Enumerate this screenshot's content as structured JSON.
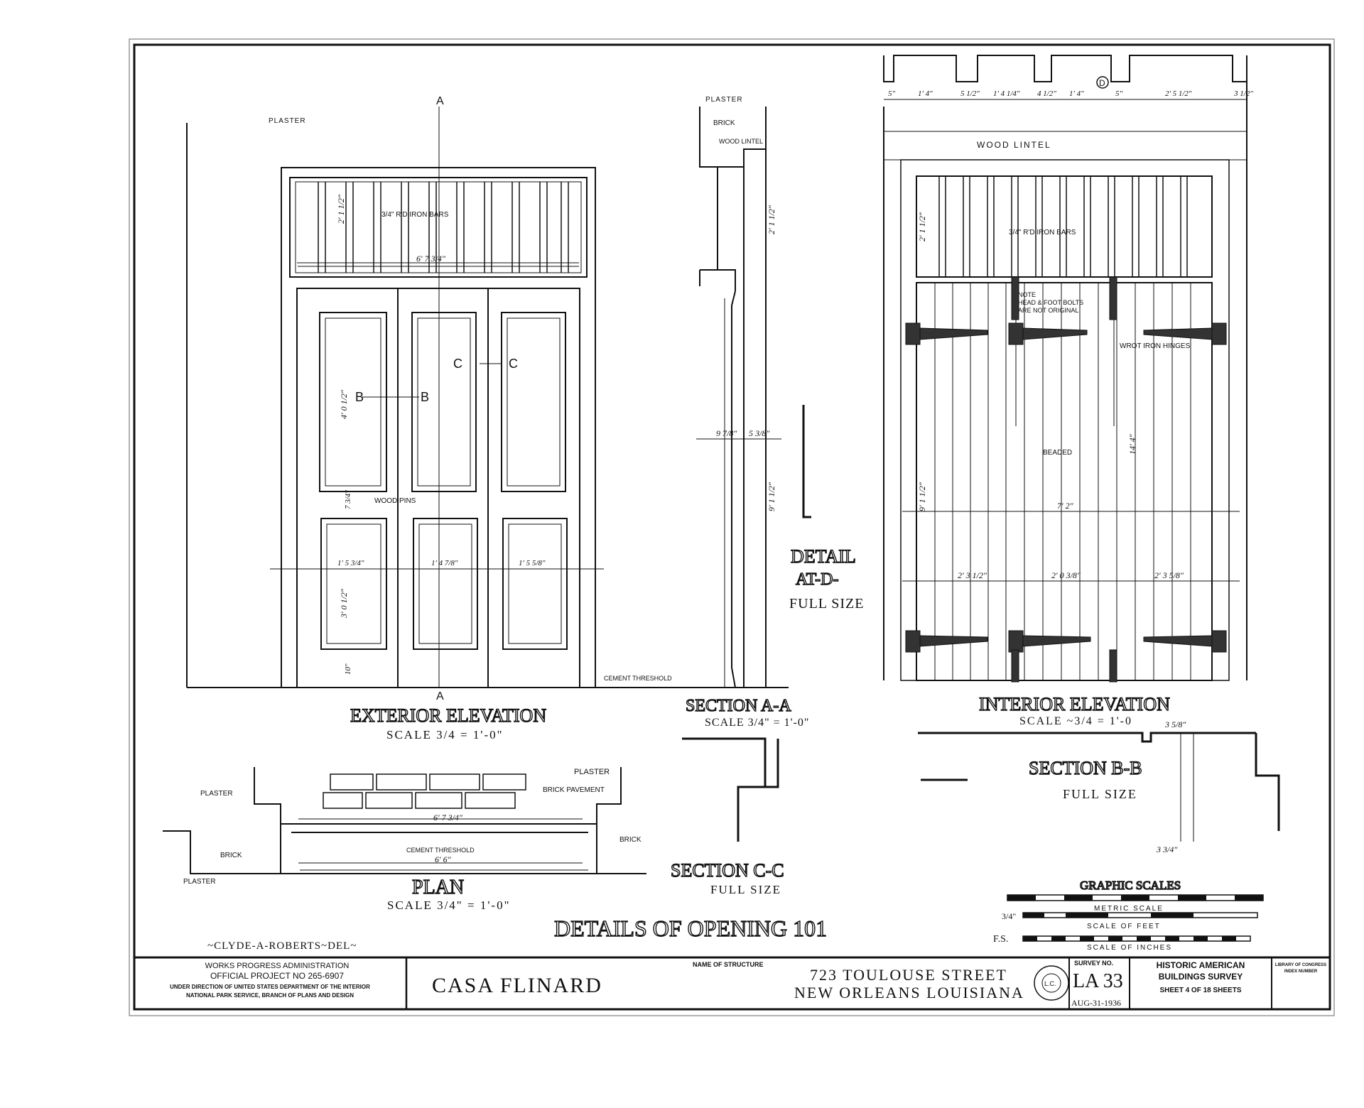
{
  "drawing": {
    "title": "DETAILS OF OPENING 101",
    "delineator": "~CLYDE-A-ROBERTS~DEL~"
  },
  "exterior_elevation": {
    "title": "EXTERIOR ELEVATION",
    "scale": "SCALE 3/4 = 1'-0\"",
    "section_marks": [
      "A",
      "A",
      "B",
      "B",
      "C",
      "C"
    ],
    "notes": {
      "plaster": "PLASTER",
      "iron_bars": "3/4\" R'D IRON BARS",
      "wood_pins": "WOOD PINS",
      "cement_threshold": "CEMENT THRESHOLD"
    },
    "dimensions": [
      "6' 7 3/4\"",
      "2' 1 1/2\"",
      "4' 0 1/2\"",
      "3' 0 1/2\"",
      "1' 5 3/4\"",
      "1' 4 7/8\"",
      "1' 5 5/8\"",
      "7 3/4\"",
      "10\""
    ]
  },
  "section_aa": {
    "title": "SECTION A-A",
    "scale": "SCALE 3/4\" = 1'-0\"",
    "notes": {
      "plaster": "PLASTER",
      "brick": "BRICK",
      "wood_lintel": "WOOD LINTEL"
    },
    "dimensions": [
      "9 7/8\"",
      "5 3/8\"",
      "9' 1 1/2\"",
      "2' 1 1/2\""
    ]
  },
  "detail_d": {
    "line1": "DETAIL",
    "line2": "AT-D-",
    "line3": "FULL SIZE"
  },
  "interior_elevation": {
    "title": "INTERIOR ELEVATION",
    "scale": "SCALE ~3/4 = 1'-0",
    "notes": {
      "wood_lintel": "WOOD LINTEL",
      "iron_bars": "3/4\" R'D IRON BARS",
      "note_1": "NOTE",
      "note_2": "HEAD & FOOT BOLTS",
      "note_3": "ARE NOT ORIGINAL",
      "hinges": "WROT IRON HINGES",
      "beaded": "BEADED"
    },
    "top_dimensions": [
      "5\"",
      "1' 4\"",
      "5 1/2\"",
      "1' 4 1/4\"",
      "4 1/2\"",
      "1' 4\"",
      "5\"",
      "2' 5 1/2\"",
      "3 1/2\""
    ],
    "dimensions": [
      "7' 2\"",
      "2' 3 1/2\"",
      "2' 0 3/8\"",
      "2' 3 5/8\"",
      "9' 1 1/2\"",
      "14' 4\"",
      "2' 1 1/2\""
    ],
    "mark_d": "D"
  },
  "plan": {
    "title": "PLAN",
    "scale": "SCALE 3/4\" = 1'-0\"",
    "notes": {
      "plaster_left": "PLASTER",
      "plaster_right": "PLASTER",
      "plaster_bottom": "PLASTER",
      "brick_pavement": "BRICK PAVEMENT",
      "brick_left": "BRICK",
      "brick_right": "BRICK",
      "cement_threshold": "CEMENT THRESHOLD"
    },
    "dimensions": [
      "6' 7 3/4\"",
      "6' 6\""
    ]
  },
  "section_cc": {
    "title": "SECTION C-C",
    "scale": "FULL SIZE"
  },
  "section_bb": {
    "title": "SECTION B-B",
    "scale": "FULL SIZE",
    "dimensions": [
      "3 5/8\"",
      "3 3/4\""
    ]
  },
  "graphic_scales": {
    "title": "GRAPHIC SCALES",
    "metric": "METRIC SCALE",
    "feet": "SCALE OF FEET",
    "inches": "SCALE OF INCHES",
    "row1_label": "3/4\"",
    "row2_label": "F.S."
  },
  "title_block": {
    "agency_1": "WORKS PROGRESS ADMINISTRATION",
    "agency_2": "OFFICIAL PROJECT NO 265-6907",
    "agency_3": "UNDER DIRECTION OF UNITED STATES DEPARTMENT OF THE INTERIOR",
    "agency_4": "NATIONAL PARK SERVICE, BRANCH OF PLANS AND DESIGN",
    "name_of_structure_label": "NAME OF STRUCTURE",
    "structure_name": "CASA FLINARD",
    "address_1": "723 TOULOUSE STREET",
    "address_2": "NEW ORLEANS LOUISIANA",
    "survey_label": "SURVEY NO.",
    "survey_no": "LA 33",
    "date": "AUG-31-1936",
    "habs_1": "HISTORIC AMERICAN",
    "habs_2": "BUILDINGS SURVEY",
    "sheet": "SHEET 4 OF 18 SHEETS",
    "loc_1": "LIBRARY OF CONGRESS",
    "loc_2": "INDEX NUMBER",
    "seal": "L.C."
  }
}
